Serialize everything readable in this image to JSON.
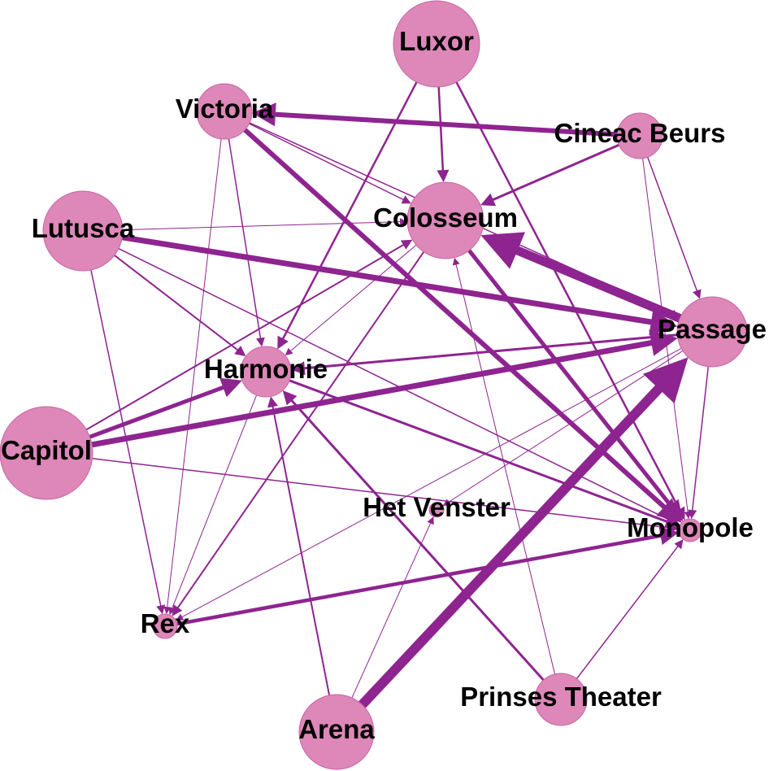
{
  "colors": {
    "background": "#ffffff",
    "node_fill": "#de87b9",
    "node_stroke": "#c864a2",
    "edge": "#8e2490",
    "label": "#000000"
  },
  "nodes": [
    {
      "id": "luxor",
      "label": "Luxor"
    },
    {
      "id": "victoria",
      "label": "Victoria"
    },
    {
      "id": "cineac",
      "label": "Cineac Beurs"
    },
    {
      "id": "colosseum",
      "label": "Colosseum"
    },
    {
      "id": "lutusca",
      "label": "Lutusca"
    },
    {
      "id": "passage",
      "label": "Passage"
    },
    {
      "id": "harmonie",
      "label": "Harmonie"
    },
    {
      "id": "capitol",
      "label": "Capitol"
    },
    {
      "id": "hetvenster",
      "label": "Het Venster"
    },
    {
      "id": "monopole",
      "label": "Monopole"
    },
    {
      "id": "rex",
      "label": "Rex"
    },
    {
      "id": "prinses",
      "label": "Prinses Theater"
    },
    {
      "id": "arena",
      "label": "Arena"
    }
  ],
  "edges": [
    {
      "from": "cineac",
      "to": "victoria",
      "weight": 6
    },
    {
      "from": "cineac",
      "to": "colosseum",
      "weight": 3
    },
    {
      "from": "cineac",
      "to": "passage",
      "weight": 1.5
    },
    {
      "from": "cineac",
      "to": "monopole",
      "weight": 1
    },
    {
      "from": "luxor",
      "to": "colosseum",
      "weight": 2.5
    },
    {
      "from": "luxor",
      "to": "harmonie",
      "weight": 2.5
    },
    {
      "from": "luxor",
      "to": "monopole",
      "weight": 2.5
    },
    {
      "from": "victoria",
      "to": "colosseum",
      "weight": 1.5
    },
    {
      "from": "victoria",
      "to": "passage",
      "weight": 1.5
    },
    {
      "from": "victoria",
      "to": "monopole",
      "weight": 6
    },
    {
      "from": "victoria",
      "to": "harmonie",
      "weight": 1.5
    },
    {
      "from": "victoria",
      "to": "rex",
      "weight": 1
    },
    {
      "from": "lutusca",
      "to": "passage",
      "weight": 7
    },
    {
      "from": "lutusca",
      "to": "colosseum",
      "weight": 1
    },
    {
      "from": "lutusca",
      "to": "harmonie",
      "weight": 2
    },
    {
      "from": "lutusca",
      "to": "rex",
      "weight": 1.5
    },
    {
      "from": "lutusca",
      "to": "monopole",
      "weight": 1.5
    },
    {
      "from": "passage",
      "to": "colosseum",
      "weight": 11
    },
    {
      "from": "passage",
      "to": "harmonie",
      "weight": 3
    },
    {
      "from": "passage",
      "to": "monopole",
      "weight": 1.5
    },
    {
      "from": "passage",
      "to": "rex",
      "weight": 1
    },
    {
      "from": "passage",
      "to": "hetvenster",
      "weight": 1
    },
    {
      "from": "capitol",
      "to": "passage",
      "weight": 7
    },
    {
      "from": "capitol",
      "to": "harmonie",
      "weight": 5
    },
    {
      "from": "capitol",
      "to": "colosseum",
      "weight": 2
    },
    {
      "from": "capitol",
      "to": "monopole",
      "weight": 1.5
    },
    {
      "from": "colosseum",
      "to": "monopole",
      "weight": 5
    },
    {
      "from": "colosseum",
      "to": "rex",
      "weight": 2
    },
    {
      "from": "colosseum",
      "to": "harmonie",
      "weight": 1
    },
    {
      "from": "harmonie",
      "to": "monopole",
      "weight": 3
    },
    {
      "from": "harmonie",
      "to": "rex",
      "weight": 1
    },
    {
      "from": "rex",
      "to": "monopole",
      "weight": 4.5
    },
    {
      "from": "arena",
      "to": "passage",
      "weight": 12
    },
    {
      "from": "arena",
      "to": "harmonie",
      "weight": 2
    },
    {
      "from": "arena",
      "to": "hetvenster",
      "weight": 1
    },
    {
      "from": "prinses",
      "to": "harmonie",
      "weight": 3
    },
    {
      "from": "prinses",
      "to": "monopole",
      "weight": 1.5
    },
    {
      "from": "prinses",
      "to": "colosseum",
      "weight": 1
    }
  ]
}
